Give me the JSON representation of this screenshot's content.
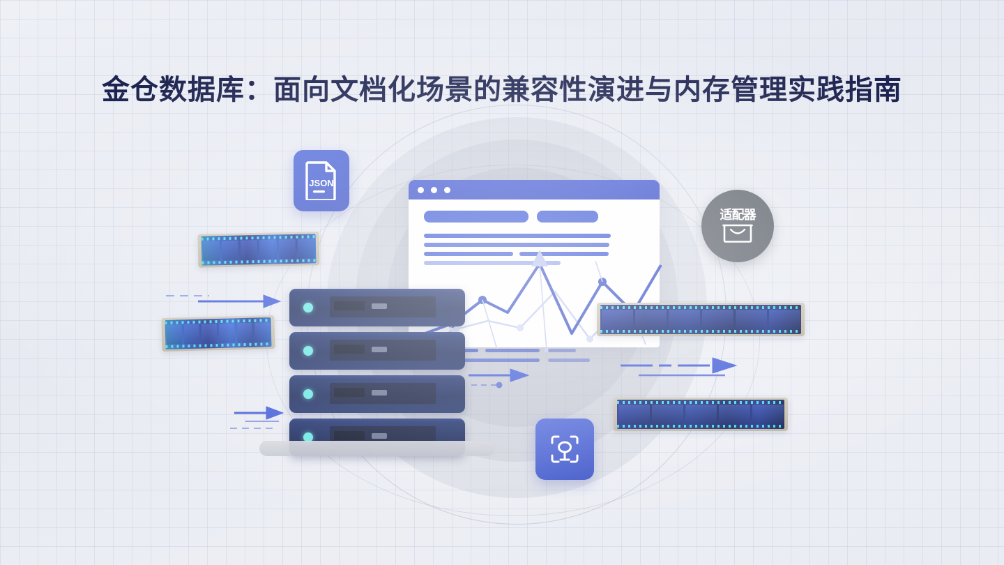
{
  "slide": {
    "title": "金仓数据库：面向文档化场景的兼容性演进与内存管理实践指南",
    "background_color": "#e9ecf3",
    "title_color": "#1d2350",
    "accent_color": "#4560d8",
    "server_color": "#1d2c5e",
    "led_color": "#6ce8e3",
    "badge_color": "#676d75"
  },
  "icons": {
    "json_tile": {
      "name": "json-file-icon",
      "label": "JSON"
    },
    "gear_tile": {
      "name": "data-settings-icon",
      "label": ""
    },
    "adapter_badge": {
      "name": "adapter-badge",
      "label": "适配器"
    }
  },
  "browser_mock": {
    "name": "browser-window-mockup",
    "traffic_lights": [
      "dot-1",
      "dot-2",
      "dot-3"
    ],
    "placeholder_chips": [
      "chip-wide",
      "chip-narrow"
    ],
    "placeholder_lines": 5
  },
  "hardware": {
    "servers": [
      {
        "name": "server-unit-1",
        "led": "online"
      },
      {
        "name": "server-unit-2",
        "led": "online"
      },
      {
        "name": "server-unit-3",
        "led": "online"
      },
      {
        "name": "server-unit-4",
        "led": "online"
      }
    ],
    "memory_modules": [
      {
        "name": "ram-module-top-left"
      },
      {
        "name": "ram-module-mid-left"
      },
      {
        "name": "ram-module-right-upper"
      },
      {
        "name": "ram-module-right-lower"
      }
    ]
  },
  "chart_data": {
    "type": "line",
    "title": "",
    "xlabel": "",
    "ylabel": "",
    "grid": false,
    "legend": "none",
    "series": [
      {
        "name": "primary-trend",
        "color": "#3f56c8",
        "x": [
          0,
          36,
          72,
          108,
          144,
          180,
          216,
          252,
          288
        ],
        "y": [
          52,
          74,
          96,
          84,
          150,
          52,
          128,
          88,
          140
        ]
      },
      {
        "name": "secondary-trend",
        "color": "#b9c4ee",
        "x": [
          0,
          40,
          80,
          120,
          160,
          200,
          240,
          280
        ],
        "y": [
          40,
          58,
          70,
          62,
          112,
          44,
          96,
          72
        ]
      }
    ],
    "xlim": [
      0,
      300
    ],
    "ylim": [
      0,
      170
    ]
  },
  "connectors": {
    "arrows": [
      {
        "name": "flow-arrow-left-upper"
      },
      {
        "name": "flow-arrow-left-lower"
      },
      {
        "name": "flow-arrow-center"
      },
      {
        "name": "flow-arrow-right"
      }
    ]
  }
}
